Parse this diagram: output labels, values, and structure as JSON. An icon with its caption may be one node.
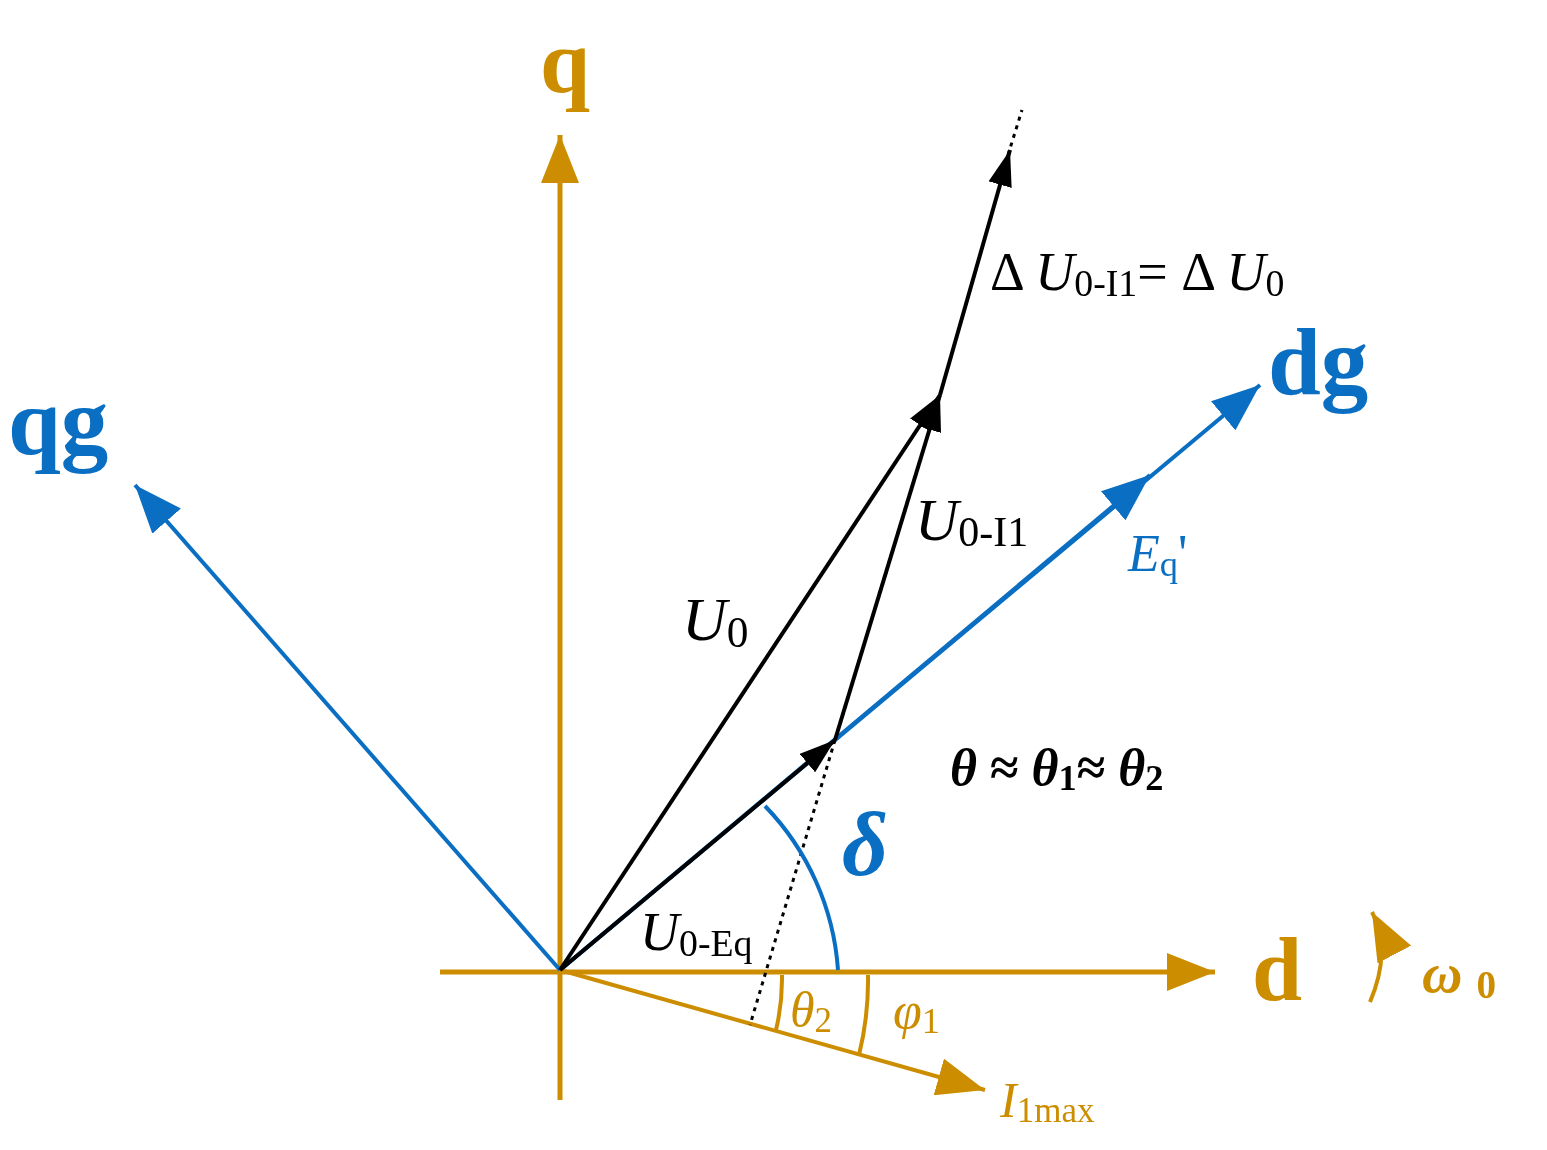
{
  "diagram": {
    "labels": [
      "q",
      "qg",
      "dg",
      "Δ *U*$_{0-I1}$= Δ *U*$_{0}$",
      "*U*$_{0-I1}$",
      "*E*$_{q}$'",
      "*U*$_{0}$",
      "*θ* ≈ *θ*$_{1}$≈ *θ*$_{2}$",
      "δ",
      "*U*$_{0-Eq}$",
      "d",
      "*ω* $_{0}$",
      "*θ*$_{2}$",
      "*φ*$_{1}$",
      "*I*$_{1max}$"
    ]
  }
}
